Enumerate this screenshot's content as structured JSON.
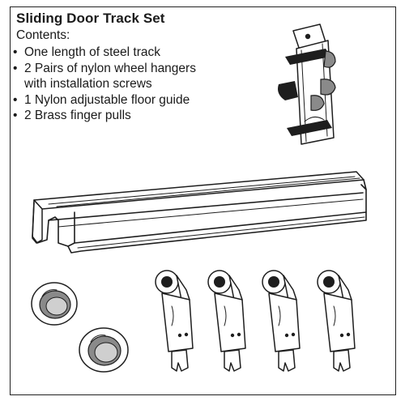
{
  "title": "Sliding Door Track Set",
  "contents_heading": "Contents:",
  "contents": [
    {
      "lines": [
        "One length of steel track"
      ]
    },
    {
      "lines": [
        "2 Pairs of nylon wheel hangers",
        "with installation screws"
      ]
    },
    {
      "lines": [
        "1 Nylon adjustable floor guide"
      ]
    },
    {
      "lines": [
        "2 Brass finger pulls"
      ]
    }
  ],
  "bullet_glyph": "•",
  "parts_shown": {
    "steel_track": 1,
    "wheel_hangers": 4,
    "floor_guide": 1,
    "finger_pulls": 2
  }
}
